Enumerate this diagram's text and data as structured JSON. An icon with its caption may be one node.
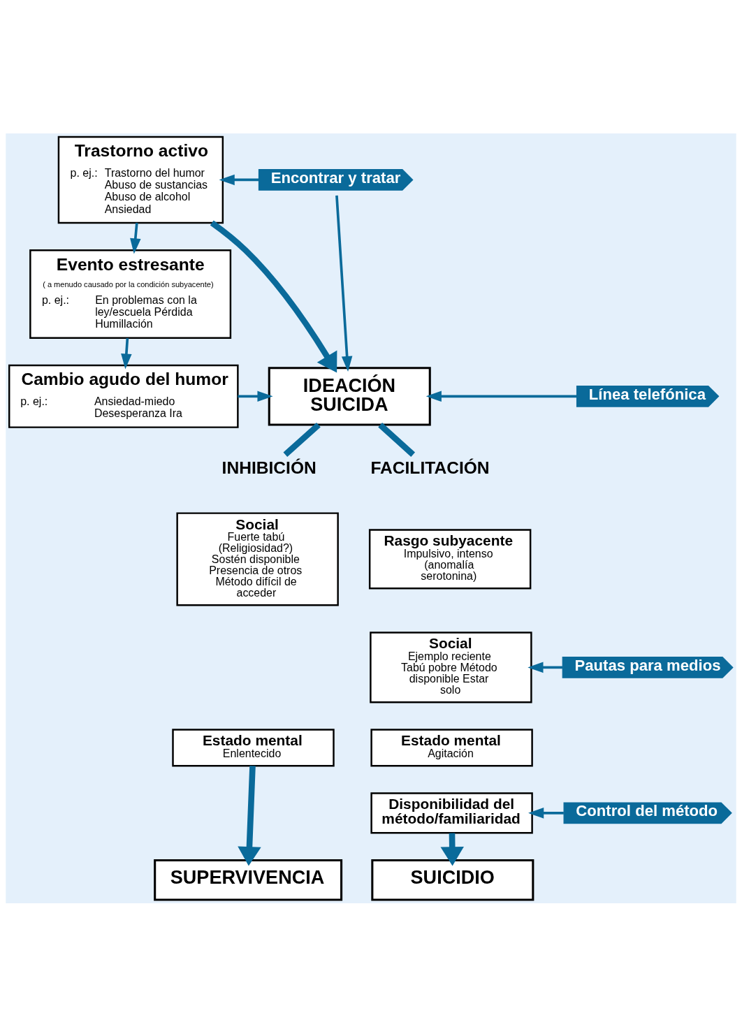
{
  "diagram": {
    "nodes": [
      {
        "text": [
          "Trastorno activo",
          "p. ej.:",
          "Trastorno del humor Abuso de sustancias Abuso de alcohol Ansiedad"
        ]
      },
      {
        "text": [
          "Evento estresante",
          "( a menudo causado por la condición subyacente)",
          "p. ej.:",
          "En problemas con la ley/escuela Pérdida Humillación"
        ]
      },
      {
        "text": [
          "Cambio agudo del humor",
          "p. ej.:",
          "Ansiedad-miedo Desesperanza Ira"
        ]
      },
      {
        "text": [
          "IDEACIÓN SUICIDA"
        ]
      },
      {
        "text": [
          "Encontrar y tratar"
        ]
      },
      {
        "text": [
          "Línea telefónica"
        ]
      },
      {
        "text": [
          "INHIBICIÓN"
        ]
      },
      {
        "text": [
          "FACILITACIÓN"
        ]
      },
      {
        "text": [
          "Social",
          "Fuerte tabú (Religiosidad?) Sostén disponible Presencia de otros Método difícil de acceder"
        ]
      },
      {
        "text": [
          "Estado mental",
          "Enlentecido"
        ]
      },
      {
        "text": [
          "Rasgo subyacente",
          "Impulsivo, intenso (anomalía serotonina)"
        ]
      },
      {
        "text": [
          "Social",
          "Ejemplo reciente Tabú pobre Método disponible Estar solo"
        ]
      },
      {
        "text": [
          "Estado mental",
          "Agitación"
        ]
      },
      {
        "text": [
          "Disponibilidad del método/familiaridad"
        ]
      },
      {
        "text": [
          "Pautas para medios"
        ]
      },
      {
        "text": [
          "Control del método"
        ]
      },
      {
        "text": [
          "SUPERVIVENCIA"
        ]
      },
      {
        "text": [
          "SUICIDIO"
        ]
      }
    ],
    "edges": [
      {
        "from": 0,
        "to": 1,
        "arrow": "to"
      },
      {
        "from": 1,
        "to": 2,
        "arrow": "to"
      },
      {
        "from": 2,
        "to": 3,
        "arrow": "to"
      },
      {
        "from": 0,
        "to": 3,
        "arrow": "to",
        "style": "thick"
      },
      {
        "from": 4,
        "to": 0,
        "arrow": "to"
      },
      {
        "from": 4,
        "to": 3,
        "arrow": "to"
      },
      {
        "from": 5,
        "to": 3,
        "arrow": "to"
      },
      {
        "from": 3,
        "to": 6,
        "arrow": "none",
        "style": "thick"
      },
      {
        "from": 3,
        "to": 7,
        "arrow": "none",
        "style": "thick"
      },
      {
        "from": 14,
        "to": 11,
        "arrow": "to"
      },
      {
        "from": 15,
        "to": 13,
        "arrow": "to"
      },
      {
        "from": 9,
        "to": 16,
        "arrow": "to",
        "style": "thick"
      },
      {
        "from": 13,
        "to": 17,
        "arrow": "to",
        "style": "thick"
      }
    ]
  }
}
